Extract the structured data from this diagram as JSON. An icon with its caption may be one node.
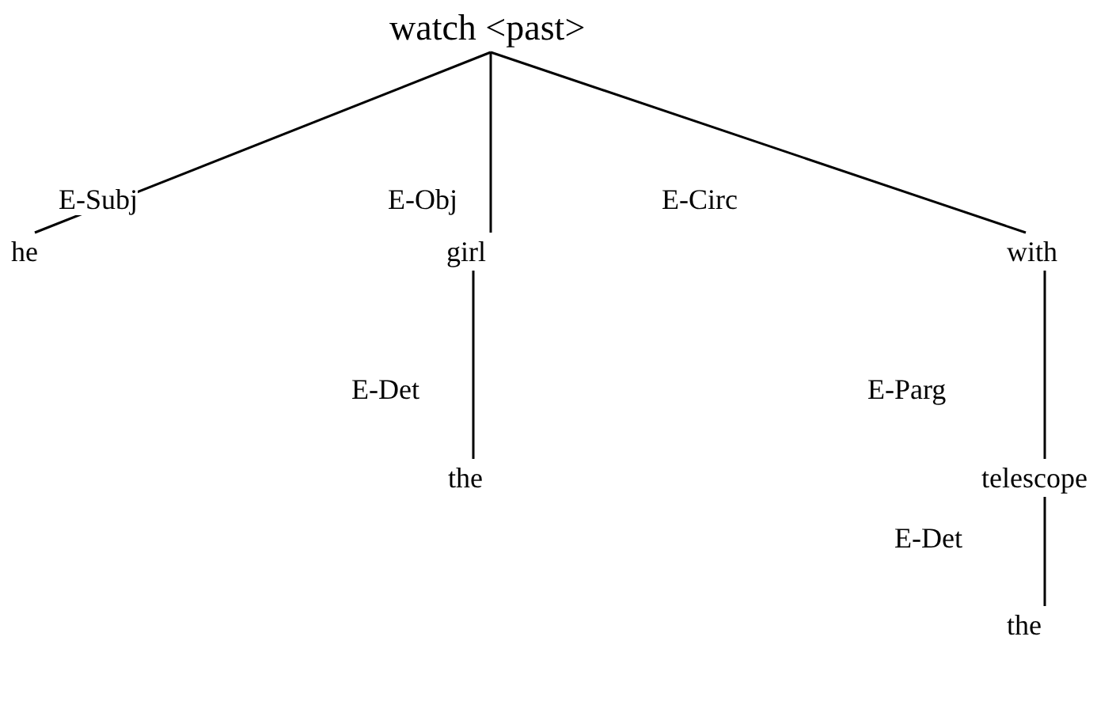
{
  "diagram": {
    "nodes": [
      {
        "text": [
          "watch <past>"
        ]
      },
      {
        "text": [
          "he"
        ]
      },
      {
        "text": [
          "girl"
        ]
      },
      {
        "text": [
          "with"
        ]
      },
      {
        "text": [
          "the"
        ]
      },
      {
        "text": [
          "telescope"
        ]
      },
      {
        "text": [
          "the"
        ]
      }
    ],
    "edges": [
      {
        "from": 0,
        "to": 1,
        "arrow": "none",
        "label": "E-Subj"
      },
      {
        "from": 0,
        "to": 2,
        "arrow": "none",
        "label": "E-Obj"
      },
      {
        "from": 0,
        "to": 3,
        "arrow": "none",
        "label": "E-Circ"
      },
      {
        "from": 2,
        "to": 4,
        "arrow": "none",
        "label": "E-Det"
      },
      {
        "from": 3,
        "to": 5,
        "arrow": "none",
        "label": "E-Parg"
      },
      {
        "from": 5,
        "to": 6,
        "arrow": "none",
        "label": "E-Det"
      }
    ]
  }
}
